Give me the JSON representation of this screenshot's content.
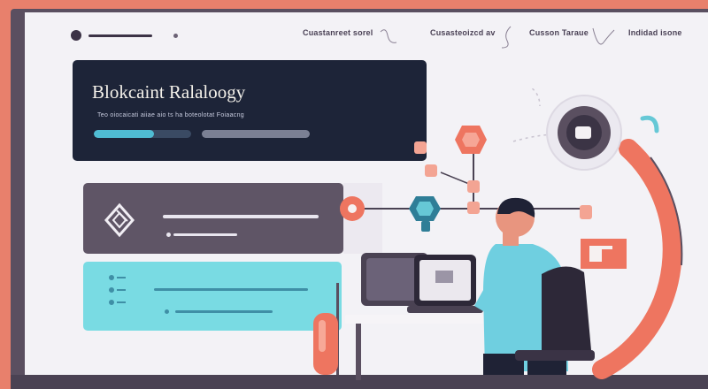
{
  "nav": {
    "links": [
      {
        "label": "Cuastanreet sorel"
      },
      {
        "label": "Cusasteoizcd av"
      },
      {
        "label": "Cusson Taraue"
      },
      {
        "label": "Indidad isone"
      }
    ]
  },
  "hero": {
    "title": "Blokcaint Ralaloogy",
    "subtitle": "Teo oiocaicati aiiae aio ts ha boteolotat Foiaacng"
  },
  "colors": {
    "accent_coral": "#e8806c",
    "navy": "#1d2438",
    "teal": "#79dbe3",
    "purple_gray": "#5f5566"
  },
  "icons": [
    "diamond-logo-icon",
    "network-node-icon",
    "laptop-icon",
    "chair-icon",
    "lamp-icon"
  ]
}
